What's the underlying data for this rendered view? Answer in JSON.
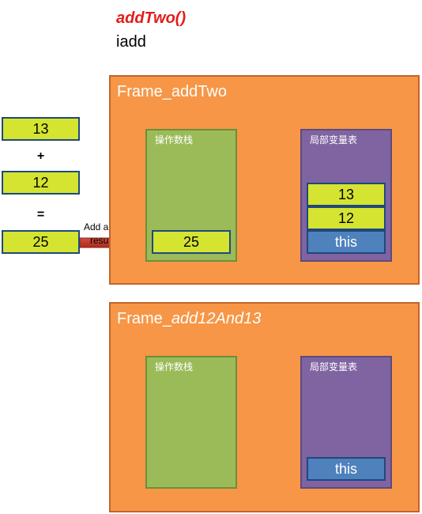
{
  "header": {
    "method_name": "addTwo()",
    "instruction": "iadd"
  },
  "calculation": {
    "operand1": "13",
    "operator": "+",
    "operand2": "12",
    "equals": "=",
    "result": "25"
  },
  "arrow": {
    "label": "Add and push result back"
  },
  "frames": [
    {
      "title_prefix": "Frame_",
      "title_name": "addTwo",
      "operand_stack": {
        "label": "操作数栈",
        "values": [
          "25"
        ]
      },
      "local_variables": {
        "label": "局部变量表",
        "values": [
          "13",
          "12",
          "this"
        ]
      }
    },
    {
      "title_prefix": "Frame_",
      "title_name": "add12And13",
      "operand_stack": {
        "label": "操作数栈",
        "values": []
      },
      "local_variables": {
        "label": "局部变量表",
        "values": [
          "this"
        ]
      }
    }
  ],
  "colors": {
    "frame": "#f79646",
    "operand_stack": "#9bbb59",
    "local_variables": "#8064a2",
    "value_cell": "#d4e430",
    "this_cell": "#4f81bd",
    "method_title": "#e31c1c",
    "arrow": "#c0392b"
  }
}
